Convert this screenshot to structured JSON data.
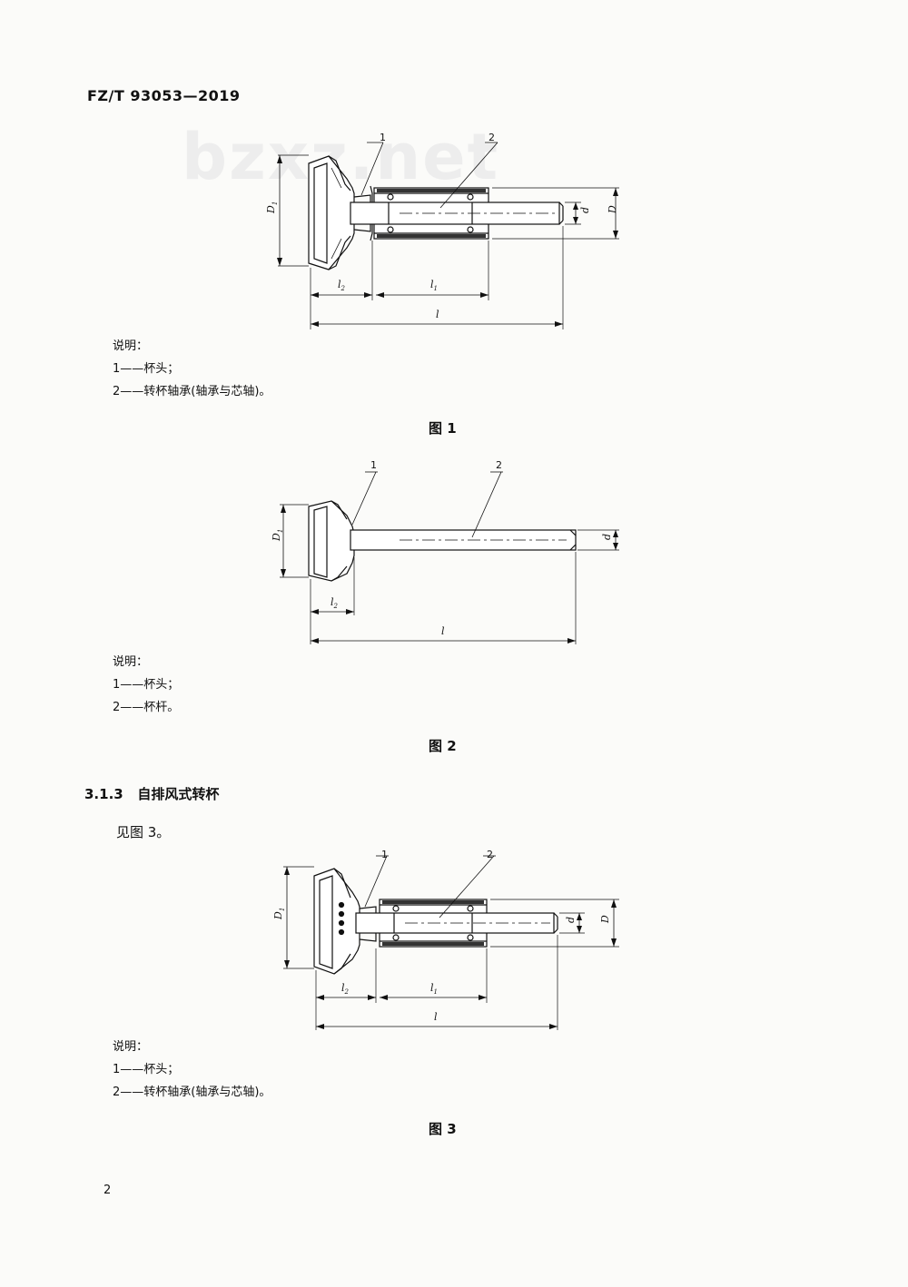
{
  "header": {
    "standard_no": "FZ/T 93053—2019"
  },
  "watermark": "bzxz.net",
  "figure1": {
    "callouts": [
      "1",
      "2"
    ],
    "dims": {
      "D1_main": "D",
      "D1_sub": "1",
      "D": "D",
      "d": "d",
      "l": "l",
      "l1_main": "l",
      "l1_sub": "1",
      "l2_main": "l",
      "l2_sub": "2"
    },
    "legend": {
      "title": "说明：",
      "item1": "1——杯头；",
      "item2": "2——转杯轴承(轴承与芯轴)。"
    },
    "caption": "图 1"
  },
  "figure2": {
    "callouts": [
      "1",
      "2"
    ],
    "dims": {
      "D1_main": "D",
      "D1_sub": "1",
      "d": "d",
      "l": "l",
      "l2_main": "l",
      "l2_sub": "2"
    },
    "legend": {
      "title": "说明：",
      "item1": "1——杯头；",
      "item2": "2——杯杆。"
    },
    "caption": "图 2"
  },
  "section": {
    "number": "3.1.3",
    "title": "自排风式转杯",
    "text": "见图 3。"
  },
  "figure3": {
    "callouts": [
      "1",
      "2"
    ],
    "dims": {
      "D1_main": "D",
      "D1_sub": "1",
      "D": "D",
      "d": "d",
      "l": "l",
      "l1_main": "l",
      "l1_sub": "1",
      "l2_main": "l",
      "l2_sub": "2"
    },
    "legend": {
      "title": "说明：",
      "item1": "1——杯头；",
      "item2": "2——转杯轴承(轴承与芯轴)。"
    },
    "caption": "图 3"
  },
  "page_number": "2"
}
